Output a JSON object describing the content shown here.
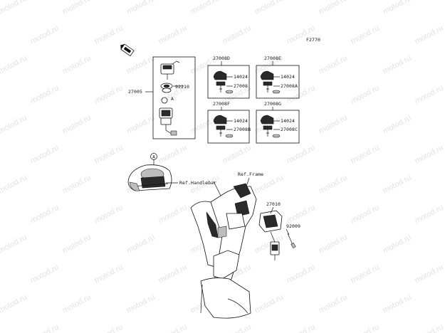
{
  "diagram": {
    "figure_code": "F2770",
    "watermark_text": "motod.ru",
    "callout_marker": "A",
    "refs": {
      "handlebar": "Ref.Handlebar",
      "frame": "Ref.Frame"
    },
    "ignition_set": {
      "assembly": "27005",
      "nut": "92210"
    },
    "key_sets": [
      {
        "set": "27008D",
        "key_blank": "14024",
        "key": "27008"
      },
      {
        "set": "27008E",
        "key_blank": "14024",
        "key": "27008A"
      },
      {
        "set": "27008F",
        "key_blank": "14024",
        "key": "27008B"
      },
      {
        "set": "27008G",
        "key_blank": "14024",
        "key": "27008C"
      }
    ],
    "relay": {
      "part": "27010",
      "bolt": "92009"
    }
  }
}
